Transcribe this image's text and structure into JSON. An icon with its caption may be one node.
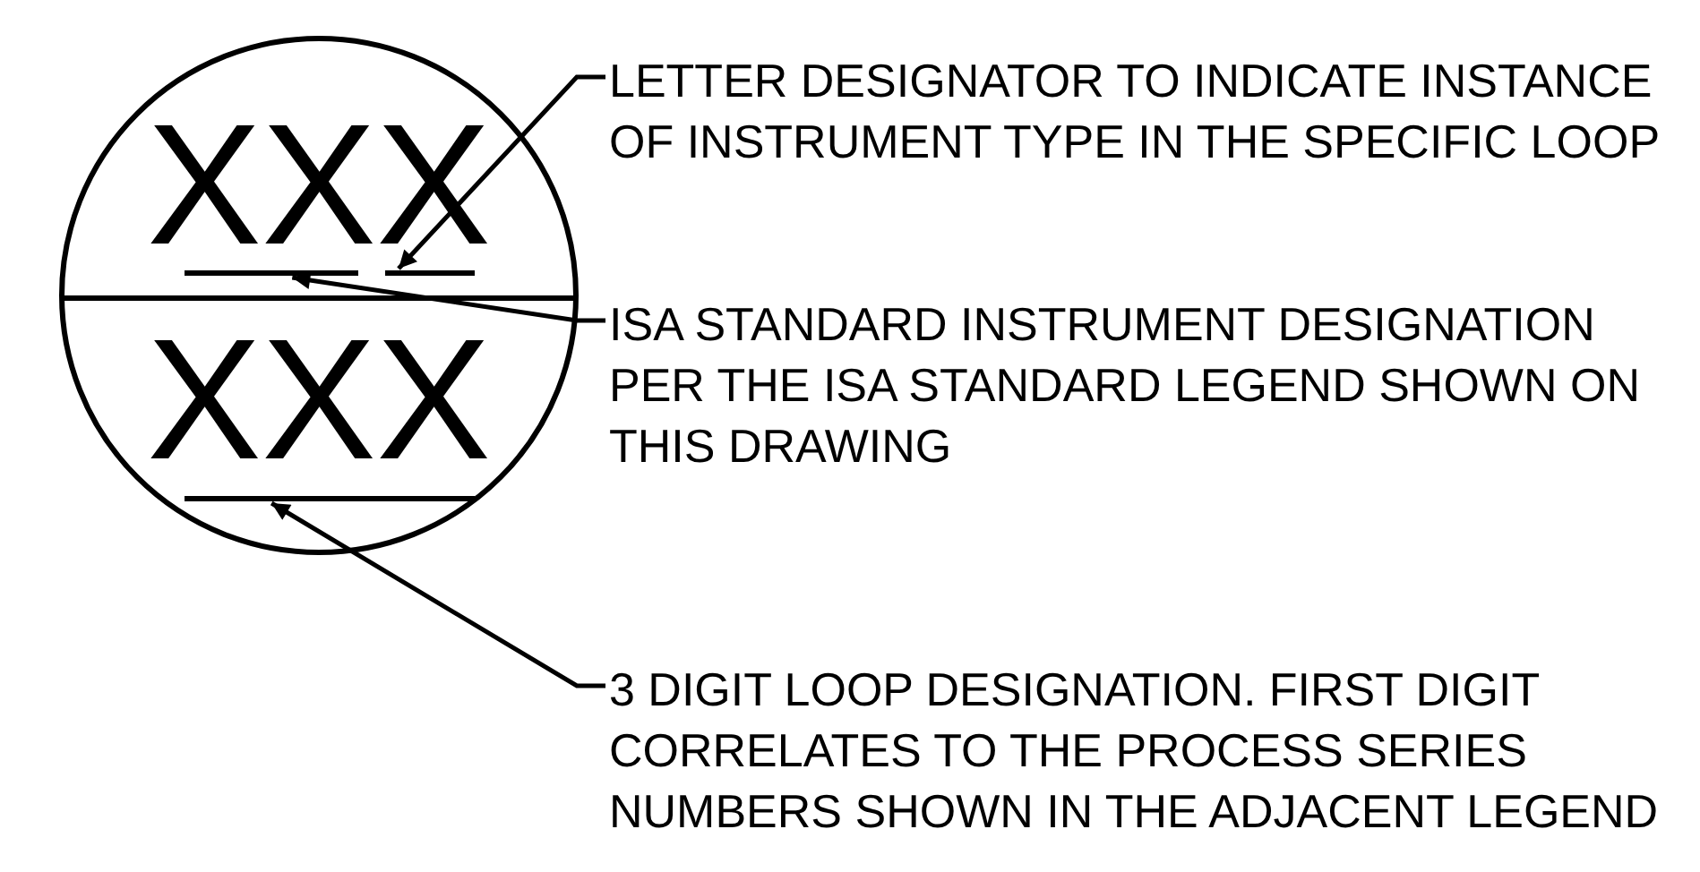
{
  "diagram": {
    "nodes": [
      {
        "text": [
          "XXX",
          "XXX"
        ]
      },
      {
        "text": [
          "LETTER DESIGNATOR TO INDICATE INSTANCE OF INSTRUMENT TYPE IN THE SPECIFIC LOOP"
        ]
      },
      {
        "text": [],
        "shape": "bar",
        "in": 0
      },
      {
        "text": [
          "ISA STANDARD INSTRUMENT DESIGNATION PER THE ISA STANDARD LEGEND SHOWN ON THIS DRAWING"
        ]
      },
      {
        "text": [],
        "shape": "bar",
        "in": 0
      },
      {
        "text": [
          "3 DIGIT LOOP DESIGNATION. FIRST DIGIT CORRELATES TO THE PROCESS SERIES NUMBERS SHOWN IN THE ADJACENT LEGEND"
        ]
      },
      {
        "text": [],
        "shape": "bar",
        "in": 0
      }
    ],
    "edges": [
      {
        "from": 1,
        "to": 2,
        "arrow": "to"
      },
      {
        "from": 3,
        "to": 4,
        "arrow": "to"
      },
      {
        "from": 5,
        "to": 6,
        "arrow": "to"
      }
    ]
  }
}
